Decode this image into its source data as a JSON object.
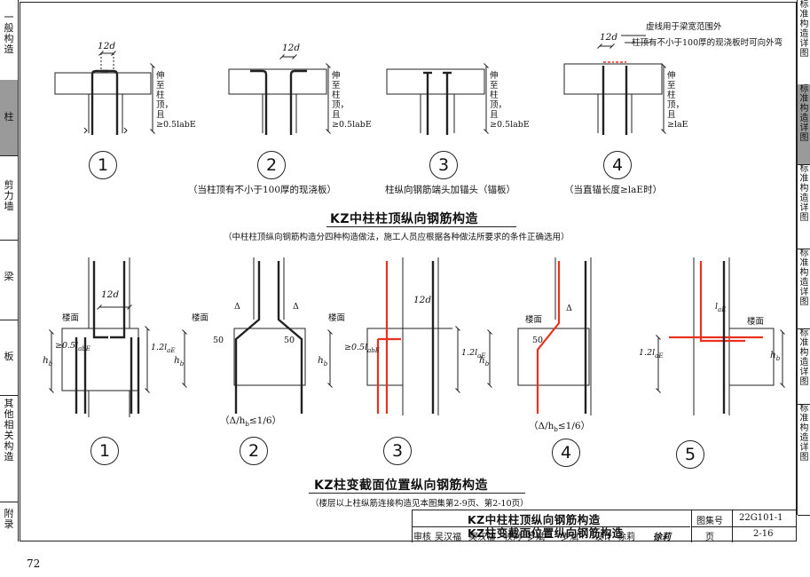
{
  "page": {
    "number": "72"
  },
  "left_tabs": [
    {
      "label": "一般构造",
      "active": false
    },
    {
      "label": "柱",
      "active": true
    },
    {
      "label": "剪力墙",
      "active": false
    },
    {
      "label": "梁",
      "active": false
    },
    {
      "label": "板",
      "active": false
    },
    {
      "label": "其他相关构造",
      "active": false
    },
    {
      "label": "附录",
      "active": false
    }
  ],
  "right_tabs": [
    {
      "label": "标准构造详图",
      "active": false
    },
    {
      "label": "标准构造详图",
      "active": true
    },
    {
      "label": "标准构造详图",
      "active": false
    },
    {
      "label": "标准构造详图",
      "active": false
    },
    {
      "label": "标准构造详图",
      "active": false
    },
    {
      "label": "标准构造详图",
      "active": false
    }
  ],
  "top_section": {
    "title": "KZ中柱柱顶纵向钢筋构造",
    "note": "（中柱柱顶纵向钢筋构造分四种构造做法，施工人员应根据各种做法所要求的条件正确选用）",
    "annotations": {
      "dim_12d": "12d",
      "anchor_label_a": "伸至柱顶，且≥0.5l",
      "anchor_label_b": "伸至柱顶，且≥l",
      "abE": "abE",
      "aE": "aE",
      "dashed_note_1": "虚线用于梁宽范围外",
      "dashed_note_2": "柱顶有不小于100厚的现浇板时可向外弯"
    },
    "details": [
      {
        "number": "1",
        "caption": ""
      },
      {
        "number": "2",
        "caption": "（当柱顶有不小于100厚的现浇板）"
      },
      {
        "number": "3",
        "caption": "柱纵向钢筋端头加锚头（锚板）"
      },
      {
        "number": "4",
        "caption": "（当直锚长度≥l"
      },
      {
        "number": "",
        "caption": "aE时）"
      }
    ]
  },
  "bottom_section": {
    "title": "KZ柱变截面位置纵向钢筋构造",
    "note": "（楼层以上柱纵筋连接构造见本图集第2-9页、第2-10页）",
    "annotations": {
      "floor": "楼面",
      "hb": "h",
      "dim_12d": "12d",
      "dim_05": "≥0.5l",
      "dim_12": "1.2l",
      "dim_50": "50",
      "delta": "Δ",
      "laE": "l",
      "ratio_1": "（Δ/h",
      "ratio_2": "≤1/6）"
    },
    "details": [
      {
        "number": "1"
      },
      {
        "number": "2"
      },
      {
        "number": "3"
      },
      {
        "number": "4"
      },
      {
        "number": "5"
      }
    ]
  },
  "title_block": {
    "title_line_1": "KZ中柱柱顶纵向钢筋构造",
    "title_line_2": "KZ柱变截面位置纵向钢筋构造",
    "atlas_label": "图集号",
    "atlas_value": "22G101-1",
    "page_label": "页",
    "page_value": "2-16",
    "review_label": "审核",
    "review_name": "吴汉福",
    "review_sign": "吴汉福",
    "check_label": "校对",
    "check_name": "罗斌",
    "check_sign": "罗斌",
    "design_label": "设计",
    "design_name": "徐莉",
    "design_sign": "徐莉"
  },
  "colors": {
    "rebar_red": "#e8321e",
    "line": "#222222",
    "tab_active": "#9a9a9a"
  }
}
